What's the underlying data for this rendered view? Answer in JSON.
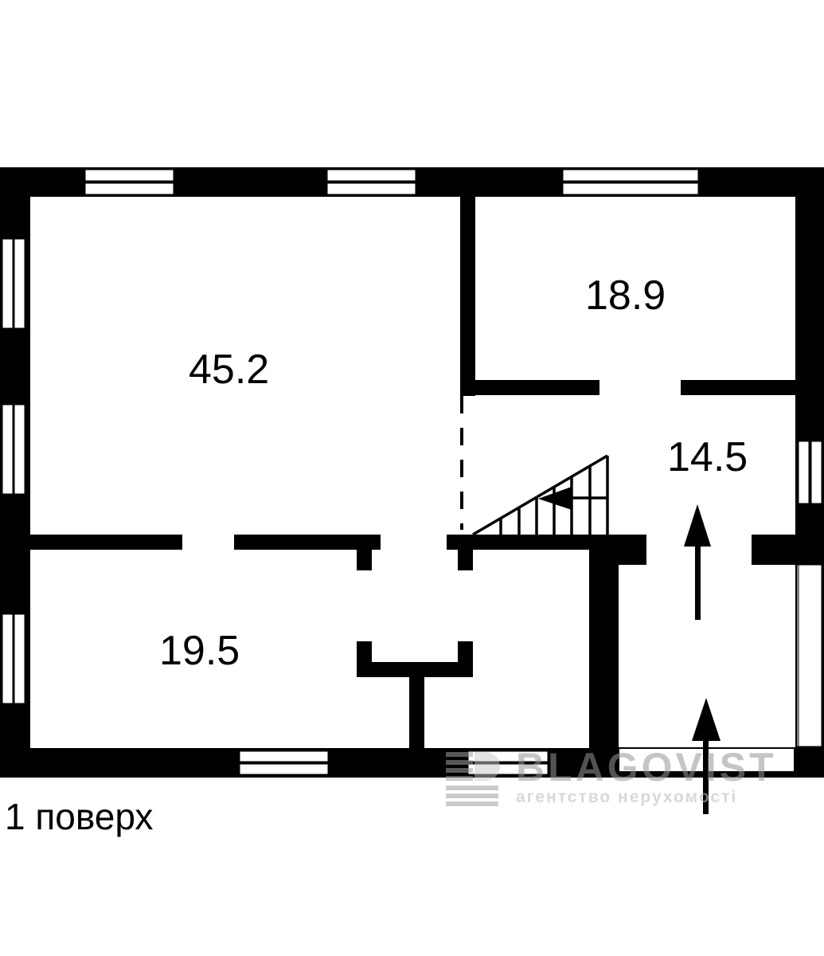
{
  "plan": {
    "floor_label": "1 поверх",
    "rooms": [
      {
        "id": "living",
        "area": "45.2"
      },
      {
        "id": "bedroom",
        "area": "18.9"
      },
      {
        "id": "hall",
        "area": "14.5"
      },
      {
        "id": "kitchen",
        "area": "19.5"
      }
    ],
    "symbols": [
      "window-icon",
      "staircase-icon",
      "entrance-arrow-icon",
      "direction-arrow-icon",
      "dashed-opening"
    ],
    "colors": {
      "wall": "#000000",
      "background": "#ffffff",
      "watermark": "#969696"
    }
  },
  "watermark": {
    "brand": "BLAGOVIST",
    "subtitle": "агентство нерухомості"
  }
}
